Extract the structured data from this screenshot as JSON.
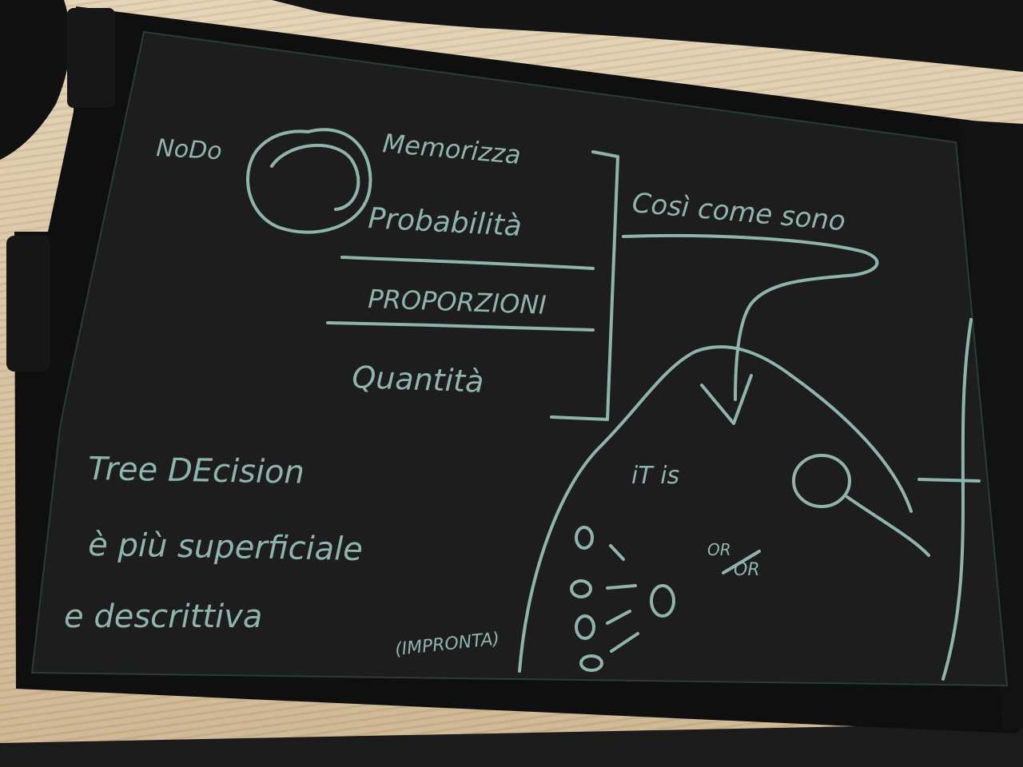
{
  "board": {
    "nodo": "NoDo",
    "list": {
      "item1": "Memorizza",
      "item2": "Probabilità",
      "item3": "PROPORZIONI",
      "item4": "Quantità"
    },
    "cosi": "Così come sono",
    "tree": {
      "line1": "Tree DEcision",
      "line2": "è più superficiale",
      "line3": "e descrittiva"
    },
    "impronta": "(IMPRONTA)",
    "it_is": "iT  is",
    "or_top": "OR",
    "or_bottom": "OR"
  },
  "colors": {
    "chalk": "#8fb4ad",
    "board": "#1c1c1c",
    "frame": "#101010",
    "desk": "#d9c8ad"
  }
}
